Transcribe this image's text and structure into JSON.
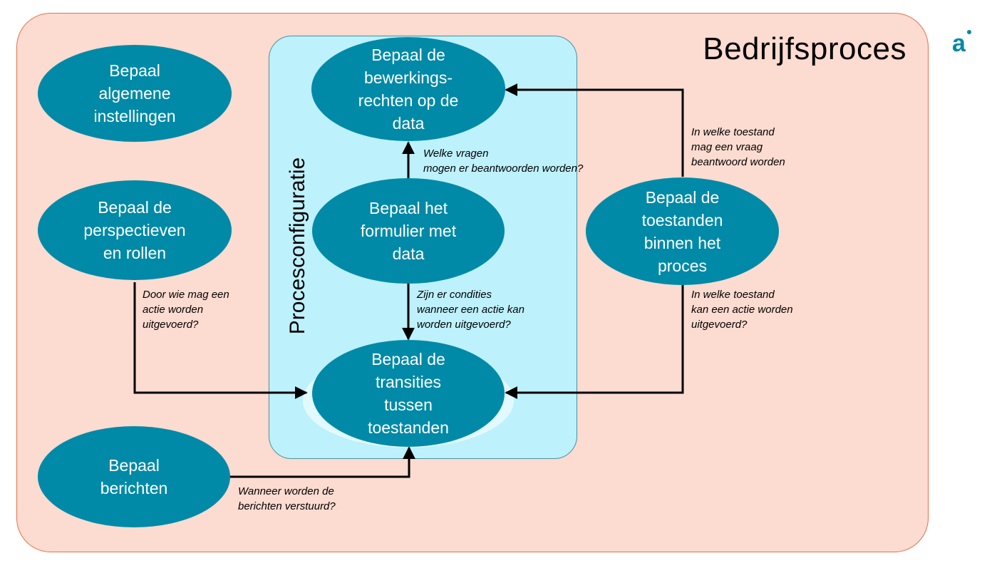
{
  "title": "Bedrijfsproces",
  "logo_glyph": "a",
  "inner_label": "Procesconfiguratie",
  "nodes": {
    "algemene": "Bepaal\nalgemene\ninstellingen",
    "perspectieven": "Bepaal de\nperspectieven\nen rollen",
    "berichten": "Bepaal\nberichten",
    "bewerkingsrechten": "Bepaal de\nbewerkings-\nrechten op de\ndata",
    "formulier": "Bepaal het\nformulier met\ndata",
    "transities": "Bepaal de\ntransities\ntussen\ntoestanden",
    "toestanden": "Bepaal de\ntoestanden\nbinnen het\nproces"
  },
  "notes": {
    "welke_vragen": "Welke vragen\nmogen er beantwoorden worden?",
    "condities": "Zijn er condities\nwanneer een actie kan\nworden uitgevoerd?",
    "door_wie": "Door wie mag een\nactie worden\nuitgevoerd?",
    "wanneer_berichten": "Wanneer worden de\nberichten verstuurd?",
    "vraag_toestand": "In welke toestand\nmag een vraag\nbeantwoord worden",
    "actie_toestand": "In welke toestand\nkan een actie worden\nuitgevoerd?"
  },
  "colors": {
    "node_fill": "#008aa7",
    "outer_fill": "#fcdbd0",
    "outer_border": "#e8704a",
    "inner_fill": "#bdf1fc",
    "logo": "#008aa7"
  }
}
